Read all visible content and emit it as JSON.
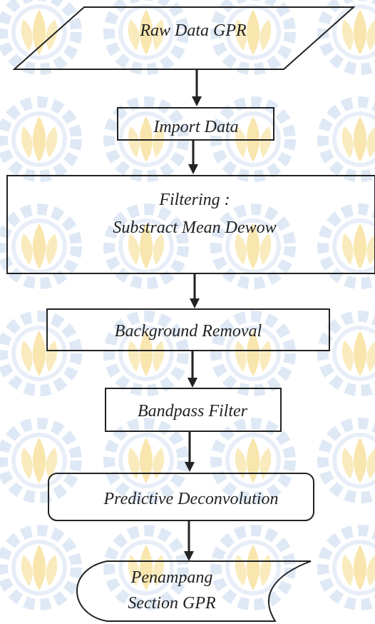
{
  "flowchart": {
    "steps": [
      {
        "id": "raw-data",
        "shape": "parallelogram",
        "lines": [
          "Raw Data GPR"
        ]
      },
      {
        "id": "import",
        "shape": "rectangle",
        "lines": [
          "Import Data"
        ]
      },
      {
        "id": "filtering",
        "shape": "rectangle",
        "lines": [
          "Filtering :",
          "Substract Mean Dewow"
        ]
      },
      {
        "id": "background",
        "shape": "rectangle",
        "lines": [
          "Background Removal"
        ]
      },
      {
        "id": "bandpass",
        "shape": "rectangle",
        "lines": [
          "Bandpass Filter"
        ]
      },
      {
        "id": "deconvolution",
        "shape": "rounded-rectangle",
        "lines": [
          "Predictive Deconvolution"
        ]
      },
      {
        "id": "section",
        "shape": "display",
        "lines": [
          "Penampang",
          "Section GPR"
        ]
      }
    ]
  },
  "colors": {
    "stroke": "#222222",
    "text": "#222222",
    "watermark_gold": "#f6e09a",
    "watermark_blue": "#dfe9f5"
  },
  "watermark": {
    "icon": "institution-gear-logo-pattern"
  }
}
